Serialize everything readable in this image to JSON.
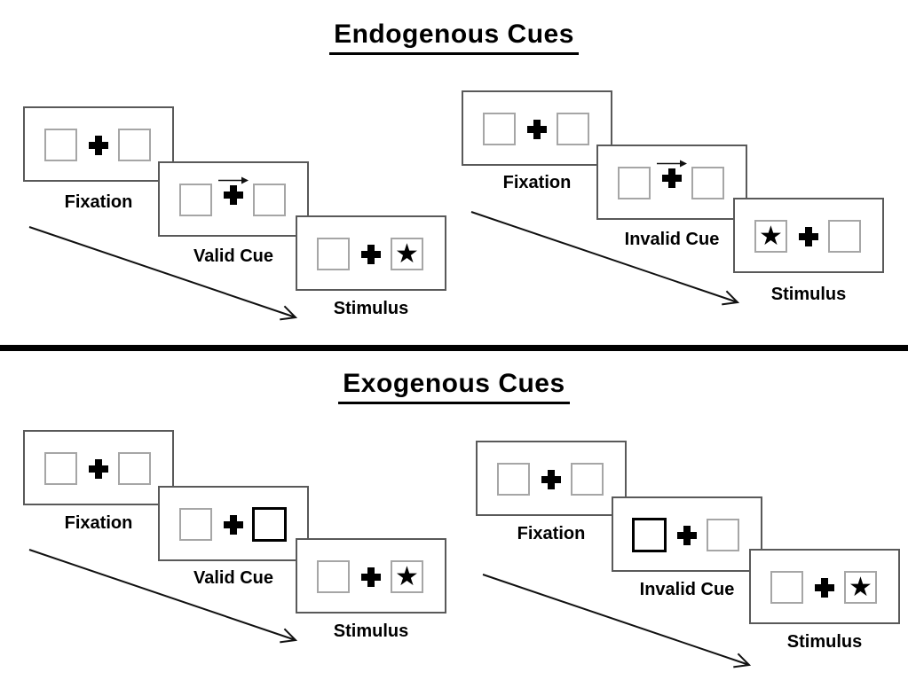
{
  "slide": {
    "background": "#ffffff"
  },
  "icons": {
    "star": "★",
    "fixation_cross": "heavy-plus-cross",
    "cue_arrow": "right-arrow",
    "sequence_arrow": "diagonal-down-right-arrow"
  },
  "colors": {
    "panel_border": "#595959",
    "box_border": "#a6a6a6",
    "highlight_box_border": "#000000",
    "text": "#000000",
    "divider": "#000000",
    "arrow": "#111111"
  },
  "sections": [
    {
      "title": "Endogenous Cues",
      "groups": [
        {
          "name": "valid-trial",
          "panels": [
            {
              "type": "fixation",
              "label": "Fixation"
            },
            {
              "type": "endogenous-cue",
              "label": "Valid Cue",
              "cue_arrow_direction": "right"
            },
            {
              "type": "stimulus",
              "label": "Stimulus",
              "star_position": "right"
            }
          ]
        },
        {
          "name": "invalid-trial",
          "panels": [
            {
              "type": "fixation",
              "label": "Fixation"
            },
            {
              "type": "endogenous-cue",
              "label": "Invalid Cue",
              "cue_arrow_direction": "right"
            },
            {
              "type": "stimulus",
              "label": "Stimulus",
              "star_position": "left"
            }
          ]
        }
      ]
    },
    {
      "title": "Exogenous Cues",
      "groups": [
        {
          "name": "valid-trial",
          "panels": [
            {
              "type": "fixation",
              "label": "Fixation"
            },
            {
              "type": "exogenous-cue",
              "label": "Valid Cue",
              "highlighted_box": "right"
            },
            {
              "type": "stimulus",
              "label": "Stimulus",
              "star_position": "right"
            }
          ]
        },
        {
          "name": "invalid-trial",
          "panels": [
            {
              "type": "fixation",
              "label": "Fixation"
            },
            {
              "type": "exogenous-cue",
              "label": "Invalid Cue",
              "highlighted_box": "left"
            },
            {
              "type": "stimulus",
              "label": "Stimulus",
              "star_position": "right"
            }
          ]
        }
      ]
    }
  ]
}
